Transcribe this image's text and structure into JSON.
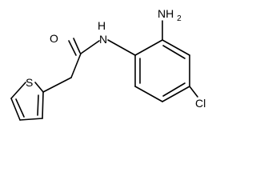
{
  "diagram": {
    "type": "chemical-structure",
    "atoms": {
      "amine_group": "NH2",
      "amide_nitrogen": "N",
      "amide_hydrogen": "H",
      "carbonyl_oxygen": "O",
      "thiophene_sulfur": "S",
      "chlorine": "Cl"
    },
    "colors": {
      "bond": "#000000",
      "label": "#000000",
      "background": "#ffffff"
    }
  }
}
